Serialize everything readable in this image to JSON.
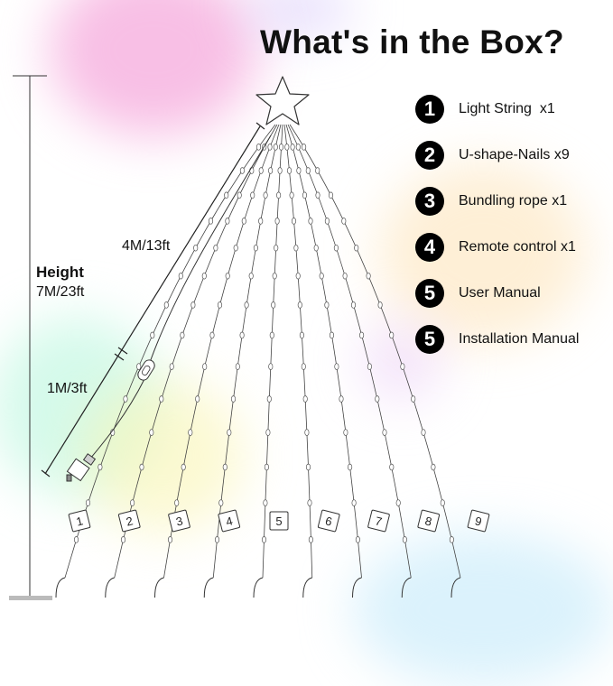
{
  "title": "What's in the Box?",
  "contents": [
    {
      "number": "1",
      "label": "Light String  x1"
    },
    {
      "number": "2",
      "label": "U-shape-Nails x9"
    },
    {
      "number": "3",
      "label": "Bundling rope x1"
    },
    {
      "number": "4",
      "label": "Remote control x1"
    },
    {
      "number": "5",
      "label": "User Manual"
    },
    {
      "number": "5",
      "label": "Installation Manual"
    }
  ],
  "dimensions": {
    "height_label": "Height",
    "height_value": "7M/23ft",
    "top_length": "4M/13ft",
    "bottom_length": "1M/3ft"
  },
  "strands": [
    "1",
    "2",
    "3",
    "4",
    "5",
    "6",
    "7",
    "8",
    "9"
  ]
}
